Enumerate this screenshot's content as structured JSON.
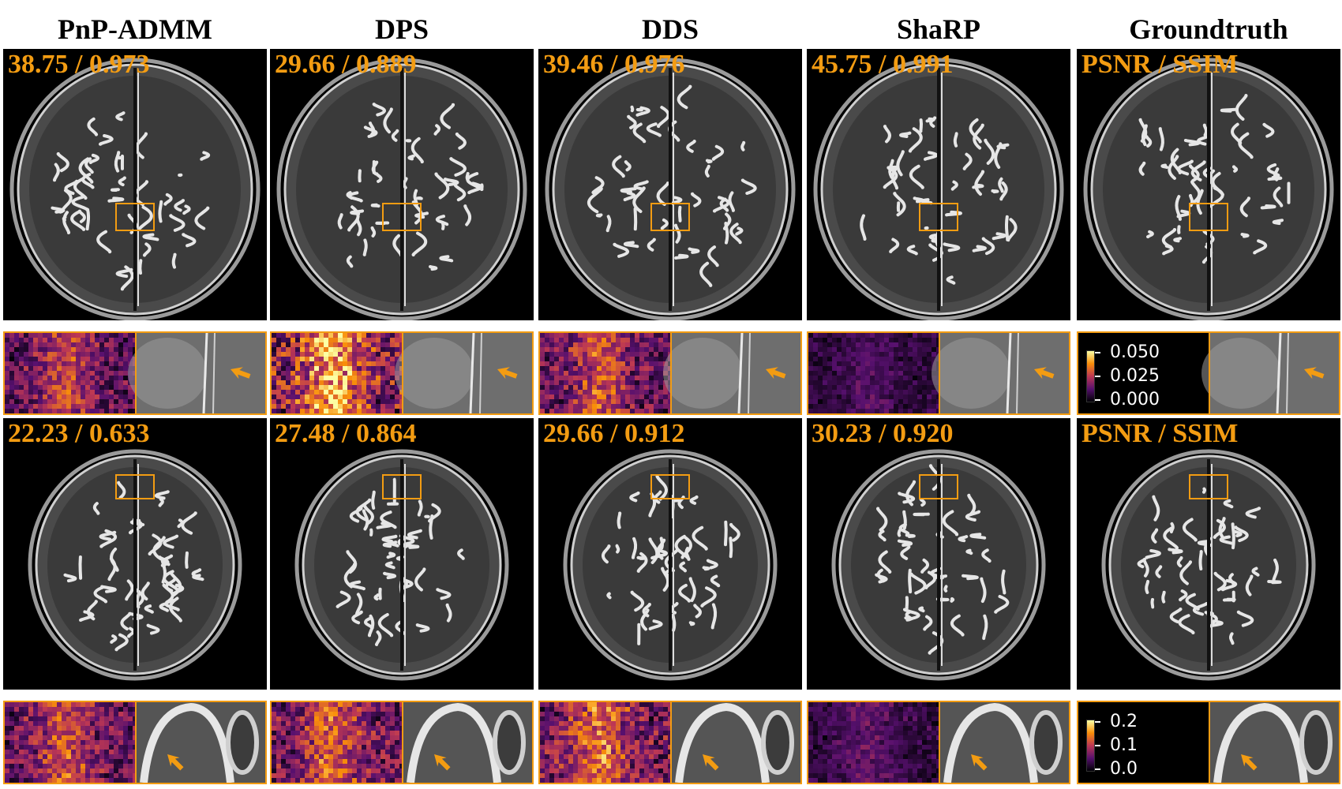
{
  "columns": [
    "PnP-ADMM",
    "DPS",
    "DDS",
    "ShaRP",
    "Groundtruth"
  ],
  "rows": [
    {
      "metrics": [
        "38.75 / 0.973",
        "29.66 / 0.889",
        "39.46 / 0.976",
        "45.75 / 0.991",
        "PSNR / SSIM"
      ],
      "colorbar": {
        "ticks": [
          "0.050",
          "0.025",
          "0.000"
        ]
      },
      "error_level": [
        0.55,
        0.9,
        0.6,
        0.2,
        0.0
      ]
    },
    {
      "metrics": [
        "22.23 / 0.633",
        "27.48 / 0.864",
        "29.66 / 0.912",
        "30.23 / 0.920",
        "PSNR / SSIM"
      ],
      "colorbar": {
        "ticks": [
          "0.2",
          "0.1",
          "0.0"
        ]
      },
      "error_level": [
        0.6,
        0.65,
        0.7,
        0.25,
        0.0
      ]
    }
  ],
  "colors": {
    "accent": "#f39c12",
    "metric_text": "#f39c12"
  },
  "icons": {
    "arrow": "orange-arrow-icon"
  }
}
